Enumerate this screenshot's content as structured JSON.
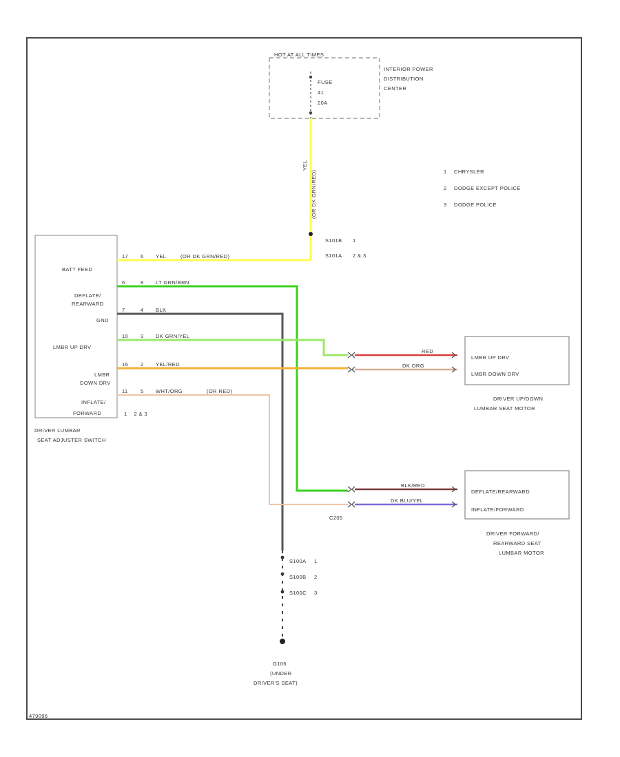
{
  "diagram_id": "479096",
  "power_dist": {
    "hot_label": "HOT AT ALL TIMES",
    "fuse_line1": "FUSE",
    "fuse_line2": "41",
    "fuse_line3": "20A",
    "center_line1": "INTERIOR POWER",
    "center_line2": "DISTRIBUTION",
    "center_line3": "CENTER"
  },
  "legend": [
    {
      "num": "1",
      "text": "CHRYSLER"
    },
    {
      "num": "2",
      "text": "DODGE EXCEPT POLICE"
    },
    {
      "num": "3",
      "text": "DODGE POLICE"
    }
  ],
  "splices_top": [
    {
      "id": "S101B",
      "variant": "1"
    },
    {
      "id": "S101A",
      "variant": "2 & 3"
    }
  ],
  "vertical_wire_labels": {
    "top": "YEL",
    "bottom": "(OR DK GRN/RED)"
  },
  "switch": {
    "pins": [
      "BATT FEED",
      "DEFLATE/ REARWARD",
      "GND",
      "LMBR UP DRV",
      "LMBR DOWN DRV",
      "INFLATE/ FORWARD"
    ],
    "variants": "1    2 & 3",
    "name_line1": "DRIVER LUMBAR",
    "name_line2": "SEAT ADJUSTER SWITCH"
  },
  "wires": [
    {
      "pin1": "17",
      "pin2": "6",
      "color": "YEL",
      "alt": "(OR DK GRN/RED)",
      "hex": "#ffff4d"
    },
    {
      "pin1": "6",
      "pin2": "8",
      "color": "LT GRN/BRN",
      "alt": "",
      "hex": "#3ad11c"
    },
    {
      "pin1": "7",
      "pin2": "4",
      "color": "BLK",
      "alt": "",
      "hex": "#555555"
    },
    {
      "pin1": "10",
      "pin2": "3",
      "color": "DK GRN/YEL",
      "alt": "",
      "hex": "#9be86a"
    },
    {
      "pin1": "16",
      "pin2": "2",
      "color": "YEL/RED",
      "alt": "",
      "hex": "#f5b233"
    },
    {
      "pin1": "11",
      "pin2": "5",
      "color": "WHT/ORG",
      "alt": "(OR RED)",
      "hex": "#f2c3a6"
    }
  ],
  "motor1": {
    "pins": [
      "LMBR UP DRV",
      "LMBR DOWN DRV"
    ],
    "wire_colors": [
      "RED",
      "DK ORG"
    ],
    "wire_hex": [
      "#e03a3a",
      "#d9ad8f"
    ],
    "name_line1": "DRIVER UP/DOWN",
    "name_line2": "LUMBAR SEAT MOTOR"
  },
  "motor2": {
    "pins": [
      "DEFLATE/REARWARD",
      "INFLATE/FORWARD"
    ],
    "wire_colors": [
      "BLK/RED",
      "DK BLU/YEL"
    ],
    "wire_hex": [
      "#7a3a3a",
      "#7a6ad9"
    ],
    "name_line1": "DRIVER FORWARD/",
    "name_line2": "REARWARD SEAT",
    "name_line3": "LUMBAR MOTOR"
  },
  "connector_label": "C205",
  "splices_bottom": [
    {
      "id": "S100A",
      "variant": "1"
    },
    {
      "id": "S100B",
      "variant": "2"
    },
    {
      "id": "S100C",
      "variant": "3"
    }
  ],
  "ground": {
    "line1": "G106",
    "line2": "(UNDER",
    "line3": "DRIVER'S SEAT)"
  }
}
